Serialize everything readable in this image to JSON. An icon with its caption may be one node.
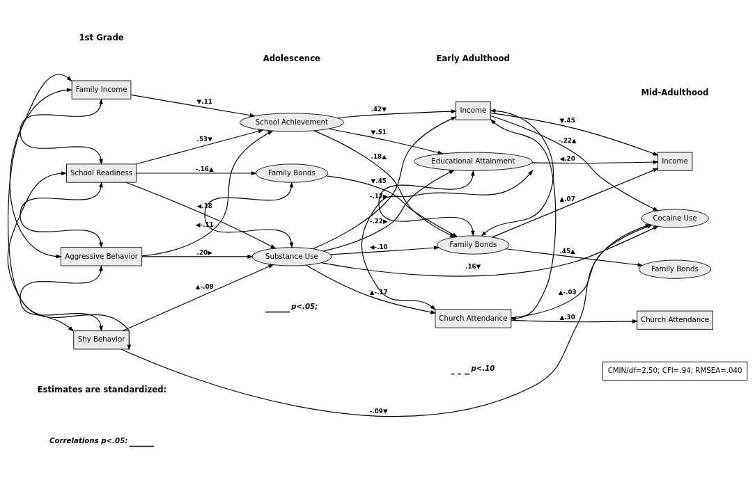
{
  "diagram": {
    "nodes": [
      {
        "text": [
          "Family Income"
        ]
      },
      {
        "text": [
          "School Readiness"
        ]
      },
      {
        "text": [
          "Aggressive Behavior"
        ]
      },
      {
        "text": [
          "Shy Behavior"
        ]
      },
      {
        "text": [
          "School Achievement"
        ]
      },
      {
        "text": [
          "Family Bonds"
        ]
      },
      {
        "text": [
          "Substance Use"
        ]
      },
      {
        "text": [
          "Income"
        ]
      },
      {
        "text": [
          "Educational Attainment"
        ]
      },
      {
        "text": [
          "Family Bonds"
        ]
      },
      {
        "text": [
          "Church Attendance"
        ]
      },
      {
        "text": [
          "Income"
        ]
      },
      {
        "text": [
          "Cocaine Use"
        ]
      },
      {
        "text": [
          "Family Bonds"
        ]
      },
      {
        "text": [
          "Church Attendance"
        ]
      },
      {
        "text": [
          "CMIN/df=2.50; CFI=.94; RMSEA=.040"
        ]
      }
    ],
    "edges": [
      {
        "from": 0,
        "to": 4,
        "arrow": "to",
        "label": "▼.11"
      },
      {
        "from": 1,
        "to": 4,
        "arrow": "to",
        "label": ".53▼"
      },
      {
        "from": 2,
        "to": 4,
        "arrow": "to",
        "label": "◀-.11"
      },
      {
        "from": 1,
        "to": 5,
        "arrow": "to",
        "label": "-.16▲"
      },
      {
        "from": 1,
        "to": 6,
        "arrow": "to",
        "label": "◀.18"
      },
      {
        "from": 2,
        "to": 6,
        "arrow": "to",
        "label": ".20▶"
      },
      {
        "from": 3,
        "to": 6,
        "arrow": "to",
        "label": "▲-.08"
      },
      {
        "from": 3,
        "to": 12,
        "arrow": "to",
        "label": "-.09▼"
      },
      {
        "from": 4,
        "to": 7,
        "arrow": "to",
        "label": ".42▼"
      },
      {
        "from": 4,
        "to": 8,
        "arrow": "to",
        "label": "▼.51"
      },
      {
        "from": 4,
        "to": 9,
        "arrow": "to",
        "label": ".18▲"
      },
      {
        "from": 5,
        "to": 9,
        "arrow": "to",
        "label": "▼.45"
      },
      {
        "from": 6,
        "to": 7,
        "arrow": "to",
        "label": "-.12▶"
      },
      {
        "from": 6,
        "to": 8,
        "arrow": "to",
        "label": "-.22▶"
      },
      {
        "from": 6,
        "to": 9,
        "arrow": "to",
        "label": "◀-.10"
      },
      {
        "from": 6,
        "to": 12,
        "arrow": "to",
        "label": ".16▼"
      },
      {
        "from": 6,
        "to": 10,
        "arrow": "to",
        "label": "▲-.17"
      },
      {
        "from": 7,
        "to": 11,
        "arrow": "to",
        "label": "▼.45"
      },
      {
        "from": 7,
        "to": 12,
        "arrow": "to",
        "label": "-.22▲"
      },
      {
        "from": 8,
        "to": 11,
        "arrow": "to",
        "label": "◀.20"
      },
      {
        "from": 9,
        "to": 11,
        "arrow": "to",
        "label": "▲.07"
      },
      {
        "from": 9,
        "to": 13,
        "arrow": "to",
        "label": ".45▲"
      },
      {
        "from": 10,
        "to": 12,
        "arrow": "to",
        "label": "▲-.03"
      },
      {
        "from": 10,
        "to": 14,
        "arrow": "to",
        "label": "▲.30"
      },
      {
        "from": 0,
        "to": 1,
        "arrow": "both"
      },
      {
        "from": 0,
        "to": 2,
        "arrow": "both"
      },
      {
        "from": 0,
        "to": 3,
        "arrow": "both"
      },
      {
        "from": 1,
        "to": 2,
        "arrow": "both"
      },
      {
        "from": 1,
        "to": 3,
        "arrow": "both"
      },
      {
        "from": 2,
        "to": 3,
        "arrow": "both"
      },
      {
        "from": 5,
        "to": 6,
        "arrow": "both"
      },
      {
        "from": 8,
        "to": 9,
        "arrow": "both"
      },
      {
        "from": 7,
        "to": 9,
        "arrow": "both"
      },
      {
        "from": 7,
        "to": 10,
        "arrow": "both"
      },
      {
        "from": 8,
        "to": 10,
        "arrow": "both"
      }
    ],
    "labels": [
      "1st Grade",
      "Adolescence",
      "Early Adulthood",
      "Mid-Adulthood",
      "Estimates are standardized:"
    ],
    "legend": [
      {
        "text": "p<.05;"
      },
      {
        "text": "p<.10"
      },
      {
        "text": "Correlations p<.05:"
      }
    ]
  }
}
